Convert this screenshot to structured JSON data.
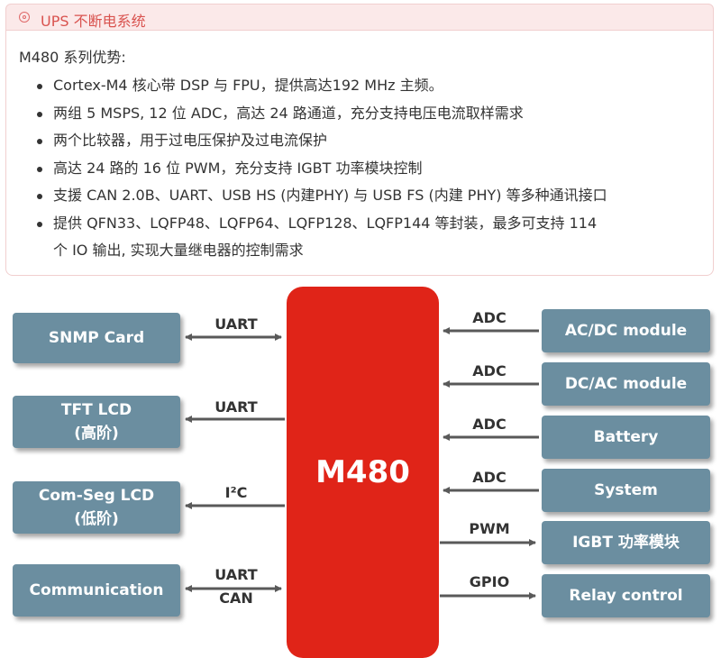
{
  "header": {
    "title": "UPS 不断电系统"
  },
  "panel": {
    "intro": "M480 系列优势:",
    "bullets": [
      "Cortex-M4 核心带 DSP 与 FPU，提供高达192 MHz 主频。",
      "两组 5 MSPS, 12 位 ADC，高达 24 路通道，充分支持电压电流取样需求",
      "两个比较器，用于过电压保护及过电流保护",
      "高达 24 路的 16 位 PWM，充分支持 IGBT 功率模块控制",
      "支援 CAN 2.0B、UART、USB HS (内建PHY) 与 USB FS (内建 PHY) 等多种通讯接口",
      "提供 QFN33、LQFP48、LQFP64、LQFP128、LQFP144 等封装，最多可支持 114"
    ],
    "bullet_continuation": "个 IO 输出, 实现大量继电器的控制需求"
  },
  "diagram": {
    "cpu_label": "M480",
    "left": [
      {
        "line1": "SNMP Card",
        "line2": "",
        "bus": "UART",
        "bus2": ""
      },
      {
        "line1": "TFT LCD",
        "line2": "(高阶)",
        "bus": "UART",
        "bus2": ""
      },
      {
        "line1": "Com-Seg LCD",
        "line2": "(低阶)",
        "bus": "I²C",
        "bus2": ""
      },
      {
        "line1": "Communication",
        "line2": "",
        "bus": "UART",
        "bus2": "CAN"
      }
    ],
    "right": [
      {
        "label": "AC/DC module",
        "bus": "ADC"
      },
      {
        "label": "DC/AC module",
        "bus": "ADC"
      },
      {
        "label": "Battery",
        "bus": "ADC"
      },
      {
        "label": "System",
        "bus": "ADC"
      },
      {
        "label": "IGBT 功率模块",
        "bus": "PWM"
      },
      {
        "label": "Relay control",
        "bus": "GPIO"
      }
    ],
    "colors": {
      "cpu": "#e02418",
      "box": "#6b8ea0",
      "arrow": "#595959"
    }
  }
}
